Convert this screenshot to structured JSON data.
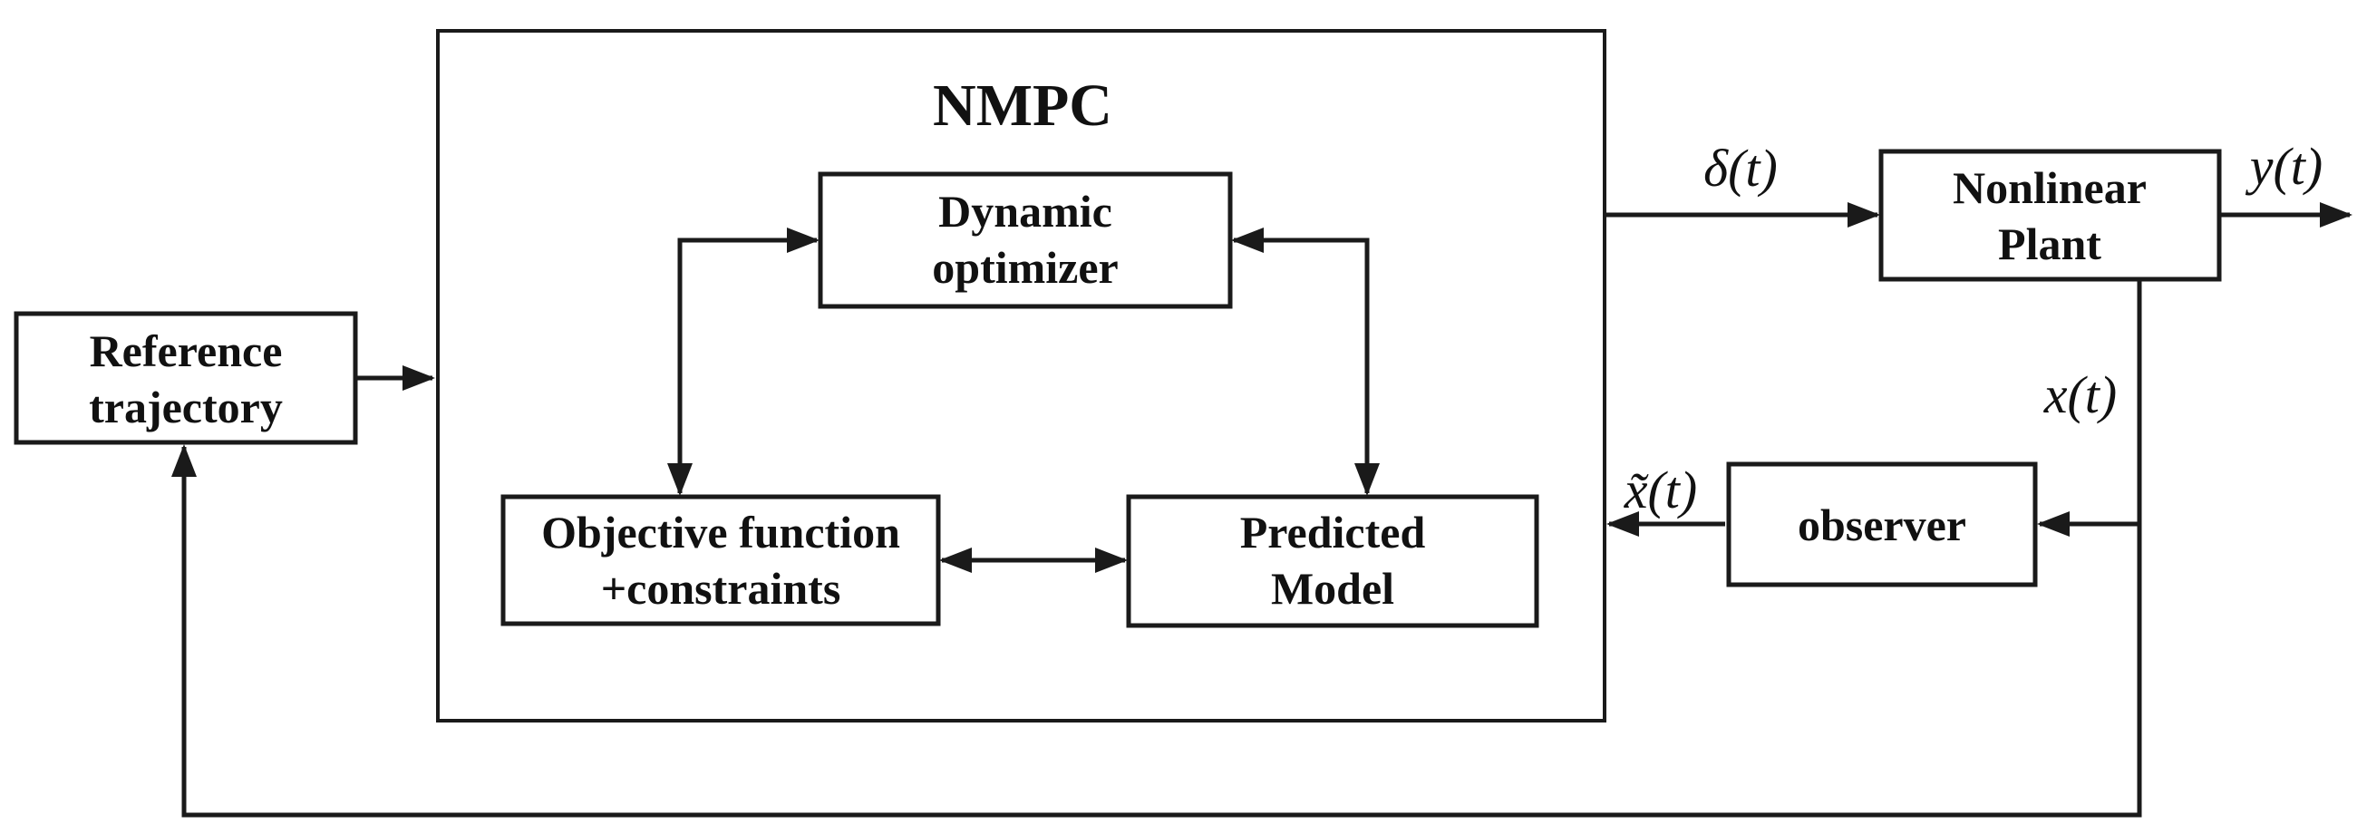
{
  "title": "NMPC",
  "boxes": {
    "reference_trajectory": {
      "line1": "Reference",
      "line2": "trajectory"
    },
    "dynamic_optimizer": {
      "line1": "Dynamic",
      "line2": "optimizer"
    },
    "objective_function": {
      "line1": "Objective function",
      "line2": "+constraints"
    },
    "predicted_model": {
      "line1": "Predicted",
      "line2": "Model"
    },
    "nonlinear_plant": {
      "line1": "Nonlinear",
      "line2": "Plant"
    },
    "observer": {
      "label": "observer"
    }
  },
  "signal_labels": {
    "control_input": "δ(t)",
    "plant_output": "y(t)",
    "plant_state": "x(t)",
    "estimated_state": "x̃(t)"
  },
  "connections": [
    {
      "from": "reference_trajectory",
      "to": "nmpc",
      "direction": "one-way",
      "label": ""
    },
    {
      "from": "dynamic_optimizer",
      "to": "objective_function",
      "direction": "two-way",
      "label": ""
    },
    {
      "from": "dynamic_optimizer",
      "to": "predicted_model",
      "direction": "two-way",
      "label": ""
    },
    {
      "from": "objective_function",
      "to": "predicted_model",
      "direction": "two-way",
      "label": ""
    },
    {
      "from": "nmpc",
      "to": "nonlinear_plant",
      "direction": "one-way",
      "label": "δ(t)"
    },
    {
      "from": "nonlinear_plant",
      "to": "output",
      "direction": "one-way",
      "label": "y(t)"
    },
    {
      "from": "nonlinear_plant",
      "to": "observer",
      "direction": "one-way",
      "label": "x(t)"
    },
    {
      "from": "observer",
      "to": "nmpc",
      "direction": "one-way",
      "label": "x̃(t)"
    },
    {
      "from": "nonlinear_plant",
      "to": "reference_trajectory",
      "direction": "one-way",
      "label": ""
    }
  ],
  "colors": {
    "stroke": "#1a1a1a",
    "text": "#111111",
    "background": "#ffffff",
    "box_fill": "#ffffff"
  }
}
